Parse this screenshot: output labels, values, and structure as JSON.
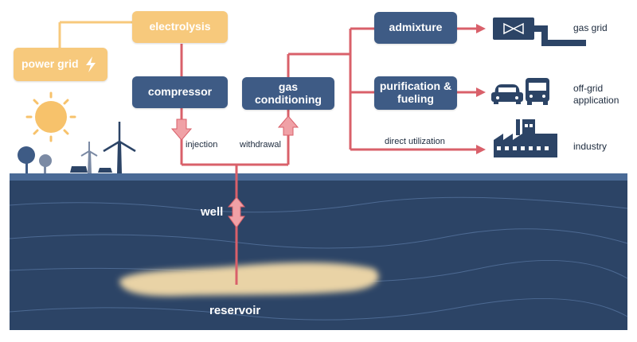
{
  "colors": {
    "underground": "#2c4466",
    "surface_band": "#4a6a96",
    "process_box": "#3e5b85",
    "electricity_box": "#f7c97c",
    "flow_line": "#d9606a",
    "reservoir": "#e9d3a6",
    "sun": "#f7c26b",
    "icon_dark": "#2c4466"
  },
  "boxes": {
    "electrolysis": "electrolysis",
    "power_grid": "power grid",
    "compressor": "compressor",
    "gas_conditioning": "gas\nconditioning",
    "admixture": "admixture",
    "purification": "purification &\nfueling"
  },
  "labels": {
    "injection": "injection",
    "withdrawal": "withdrawal",
    "direct_utilization": "direct utilization",
    "well": "well",
    "reservoir": "reservoir"
  },
  "destinations": {
    "gas_grid": "gas grid",
    "off_grid": "off-grid\napplication",
    "industry": "industry"
  },
  "icons": {
    "lightning": "lightning-icon",
    "sun": "sun-icon",
    "trees": "tree-icon",
    "wind_turbine": "wind-turbine-icon",
    "solar_panel": "solar-panel-icon",
    "valve": "valve-icon",
    "car": "car-icon",
    "bus": "bus-icon",
    "factory": "factory-icon"
  }
}
